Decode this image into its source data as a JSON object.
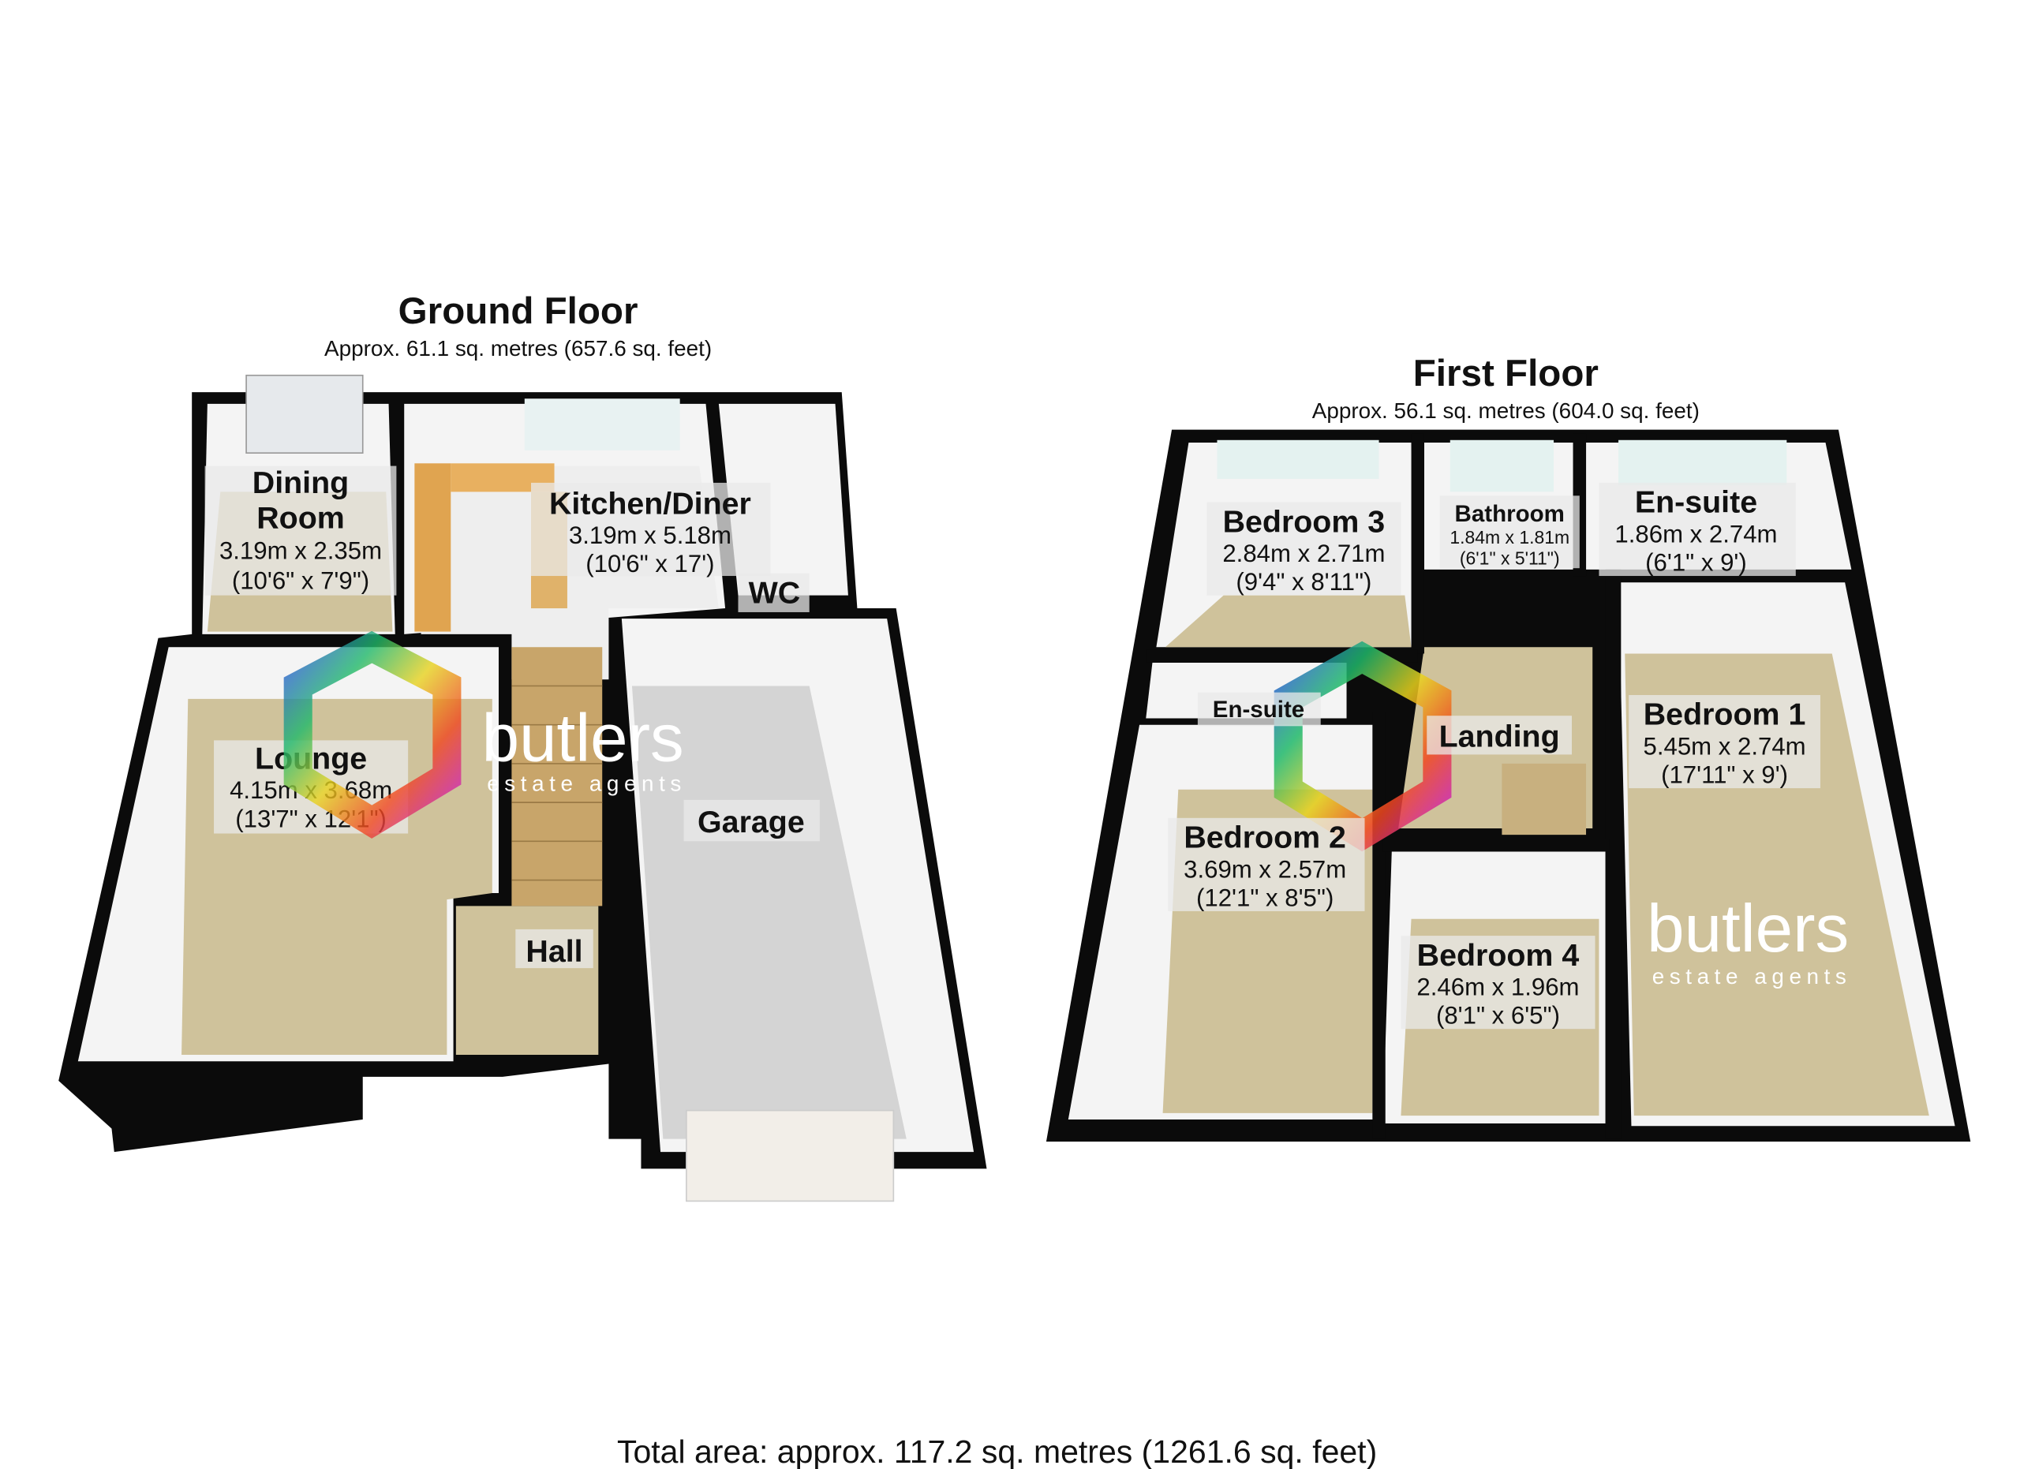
{
  "ground_floor": {
    "title": "Ground Floor",
    "area": "Approx. 61.1 sq. metres (657.6 sq. feet)",
    "rooms": [
      {
        "name": "Dining",
        "name2": "Room",
        "metric": "3.19m x 2.35m",
        "imperial": "(10'6\" x 7'9\")"
      },
      {
        "name": "Kitchen/Diner",
        "metric": "3.19m x 5.18m",
        "imperial": "(10'6\" x 17')"
      },
      {
        "name": "WC"
      },
      {
        "name": "Lounge",
        "metric": "4.15m x 3.68m",
        "imperial": "(13'7\" x 12'1\")"
      },
      {
        "name": "Garage"
      },
      {
        "name": "Hall"
      }
    ]
  },
  "first_floor": {
    "title": "First Floor",
    "area": "Approx. 56.1 sq. metres (604.0 sq. feet)",
    "rooms": [
      {
        "name": "Bedroom 3",
        "metric": "2.84m x 2.71m",
        "imperial": "(9'4\" x 8'11\")"
      },
      {
        "name": "Bathroom",
        "metric": "1.84m x 1.81m",
        "imperial": "(6'1\" x 5'11\")"
      },
      {
        "name": "En-suite",
        "metric": "1.86m x 2.74m",
        "imperial": "(6'1\" x 9')"
      },
      {
        "name": "En-suite"
      },
      {
        "name": "Landing"
      },
      {
        "name": "Bedroom 1",
        "metric": "5.45m x 2.74m",
        "imperial": "(17'11\" x 9')"
      },
      {
        "name": "Bedroom 2",
        "metric": "3.69m x 2.57m",
        "imperial": "(12'1\" x 8'5\")"
      },
      {
        "name": "Bedroom 4",
        "metric": "2.46m x 1.96m",
        "imperial": "(8'1\" x 6'5\")"
      }
    ]
  },
  "watermark": {
    "brand": "butlers",
    "tagline": "estate agents"
  },
  "total_area": "Total area: approx. 117.2 sq. metres (1261.6 sq. feet)"
}
